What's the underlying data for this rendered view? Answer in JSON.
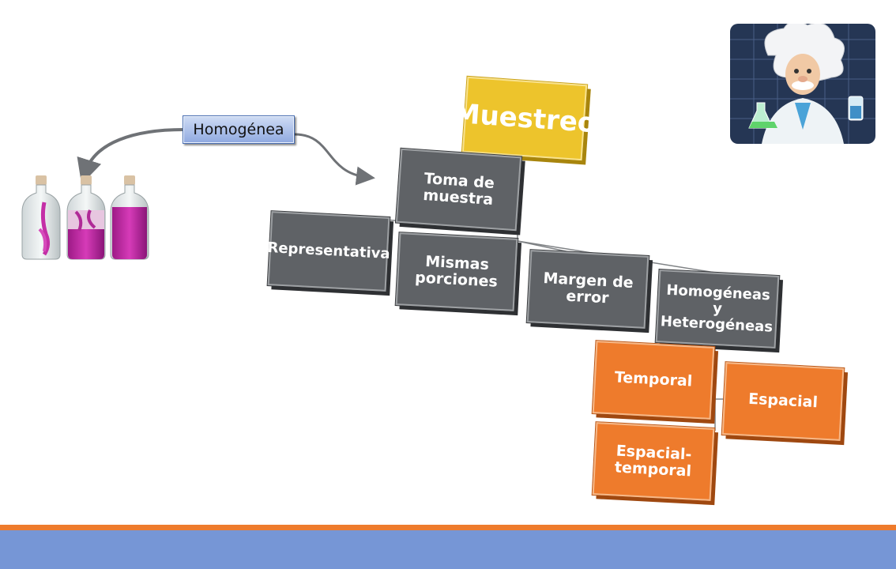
{
  "homogeneous_label": "Homogénea",
  "diagram": {
    "root": "Muestreo",
    "level1": "Toma de muestra",
    "level2": [
      "Representativa",
      "Mismas porciones",
      "Margen de error",
      "Homogéneas y Heterogéneas"
    ],
    "level3": [
      "Temporal",
      "Espacial",
      "Espacial- temporal"
    ]
  },
  "colors": {
    "root": "#edc42c",
    "grey_nodes": "#5f6266",
    "orange_nodes": "#ee7b2c",
    "footer_band": "#7696d6",
    "footer_stripe": "#ee7b2c"
  },
  "illustrations": {
    "bottles": "three-glass-bottles-magenta-dye-icon",
    "scientist": "einstein-scientist-cartoon-icon"
  }
}
